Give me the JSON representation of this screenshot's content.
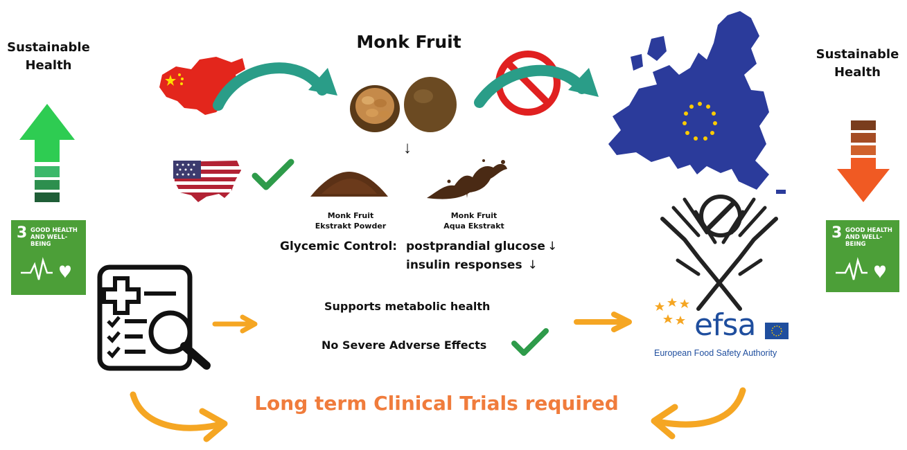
{
  "left": {
    "title_line1": "Sustainable",
    "title_line2": "Health",
    "trend": "up",
    "trend_color": "#2ecc52"
  },
  "right": {
    "title_line1": "Sustainable",
    "title_line2": "Health",
    "trend": "down",
    "trend_color": "#f05a23"
  },
  "sdg": {
    "number": "3",
    "line1": "GOOD HEALTH",
    "line2": "AND WELL-BEING",
    "color": "#4c9f38"
  },
  "main_title": "Monk Fruit",
  "flow_down": "↓",
  "products": [
    {
      "line1": "Monk Fruit",
      "line2": "Ekstrakt Powder"
    },
    {
      "line1": "Monk Fruit",
      "line2": "Aqua Ekstrakt"
    }
  ],
  "glycemic": {
    "label": "Glycemic Control:",
    "item1": "postprandial glucose",
    "item2": "insulin responses",
    "arrow": "↓"
  },
  "claims": {
    "metabolic": "Supports metabolic health",
    "adverse": "No Severe Adverse Effects"
  },
  "efsa": {
    "logo_text": "efsa",
    "name": "European Food Safety Authority"
  },
  "bottom_banner": "Long term Clinical Trials required",
  "colors": {
    "teal_arrow": "#2a9d88",
    "orange_arrow": "#f5a623",
    "banner_text": "#f07c3c",
    "check_green": "#2e9b4a",
    "prohibit_red": "#e02020",
    "eu_blue": "#2b3b9b",
    "china_red": "#e3261c"
  },
  "icons": [
    "china-map-icon",
    "usa-map-icon",
    "eu-map-icon",
    "monk-fruit-icon",
    "powder-icon",
    "liquid-splash-icon",
    "prohibited-icon",
    "clinical-report-icon",
    "crossed-hands-icon",
    "checkmark-icon"
  ]
}
